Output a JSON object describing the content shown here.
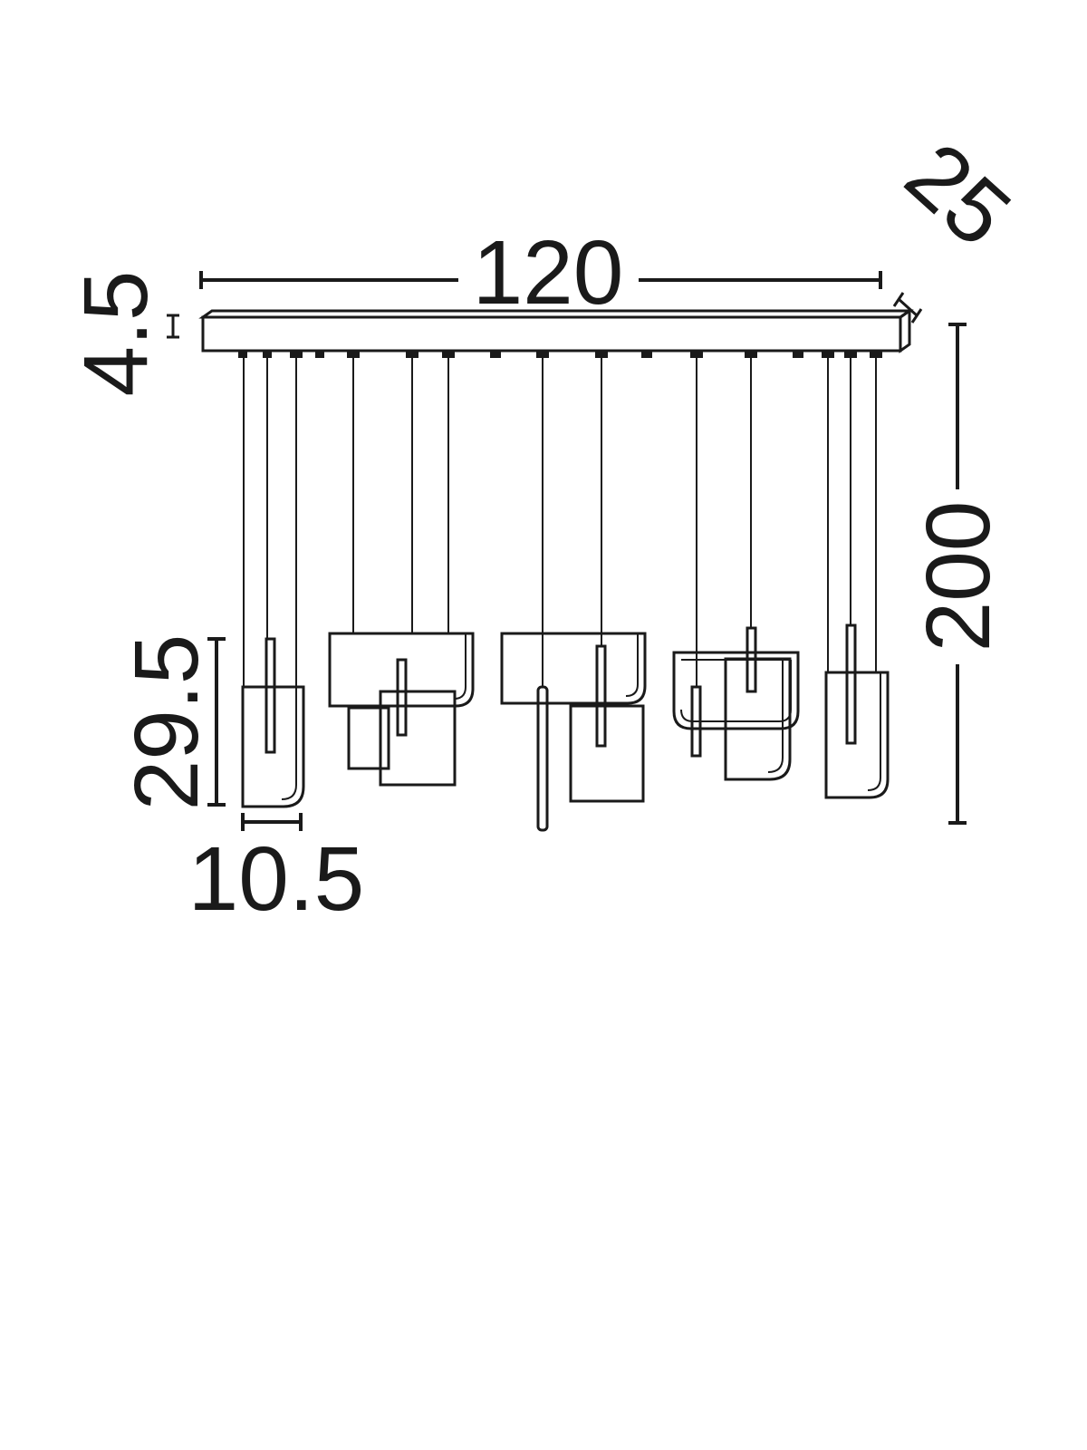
{
  "dimensions": {
    "length": "120",
    "depth": "25",
    "canopy_height": "4.5",
    "total_height": "200",
    "shade_height": "29.5",
    "shade_width": "10.5"
  },
  "colors": {
    "line": "#1a1a1a",
    "background": "#ffffff"
  }
}
